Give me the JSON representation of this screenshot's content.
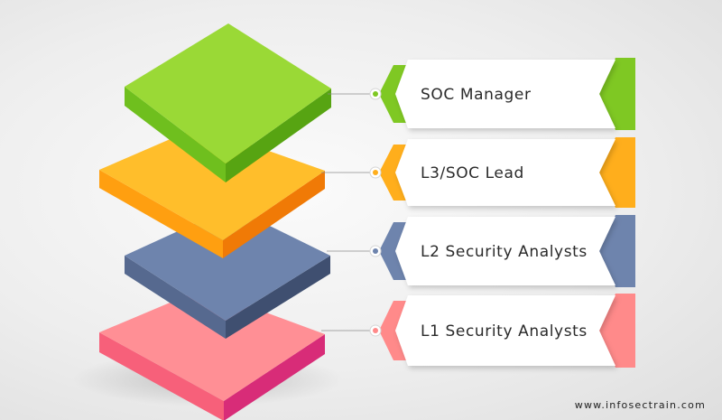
{
  "levels": [
    {
      "label": "SOC Manager",
      "top": "#9ad936",
      "left": "#6fbf1e",
      "right": "#57a412",
      "accent": "#7fc823"
    },
    {
      "label": "L3/SOC Lead",
      "top": "#ffbe2b",
      "left": "#ff9f10",
      "right": "#f07a06",
      "accent": "#ffae1c"
    },
    {
      "label": "L2 Security Analysts",
      "top": "#6e84ad",
      "left": "#56698f",
      "right": "#3f4f70",
      "accent": "#6e84ad"
    },
    {
      "label": "L1 Security Analysts",
      "top": "#ff8f95",
      "left": "#f7607a",
      "right": "#d82c78",
      "accent": "#ff8a8a"
    }
  ],
  "footer": {
    "url": "www.infosectrain.com"
  }
}
